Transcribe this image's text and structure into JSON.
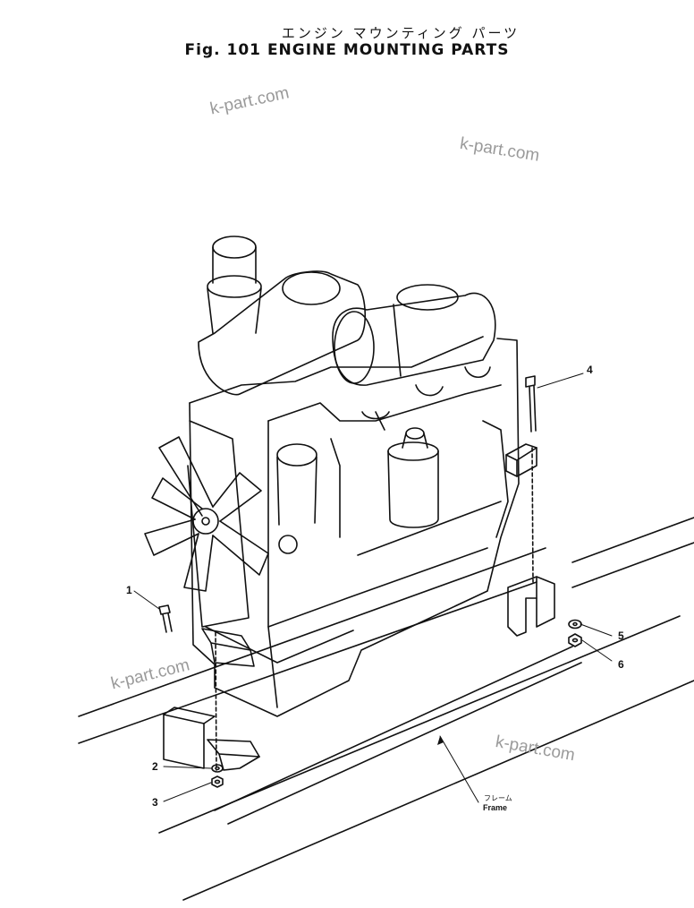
{
  "header": {
    "title_jp": "エンジン マウンティング パーツ",
    "fig_label": "Fig. 101",
    "title_en": "ENGINE MOUNTING PARTS"
  },
  "watermark_text": "k-part.com",
  "callouts": [
    "1",
    "2",
    "3",
    "4",
    "5",
    "6"
  ],
  "frame_label": {
    "jp": "フレーム",
    "en": "Frame"
  },
  "colors": {
    "line": "#111111",
    "watermark": "#9a9a9a",
    "background": "#ffffff"
  }
}
